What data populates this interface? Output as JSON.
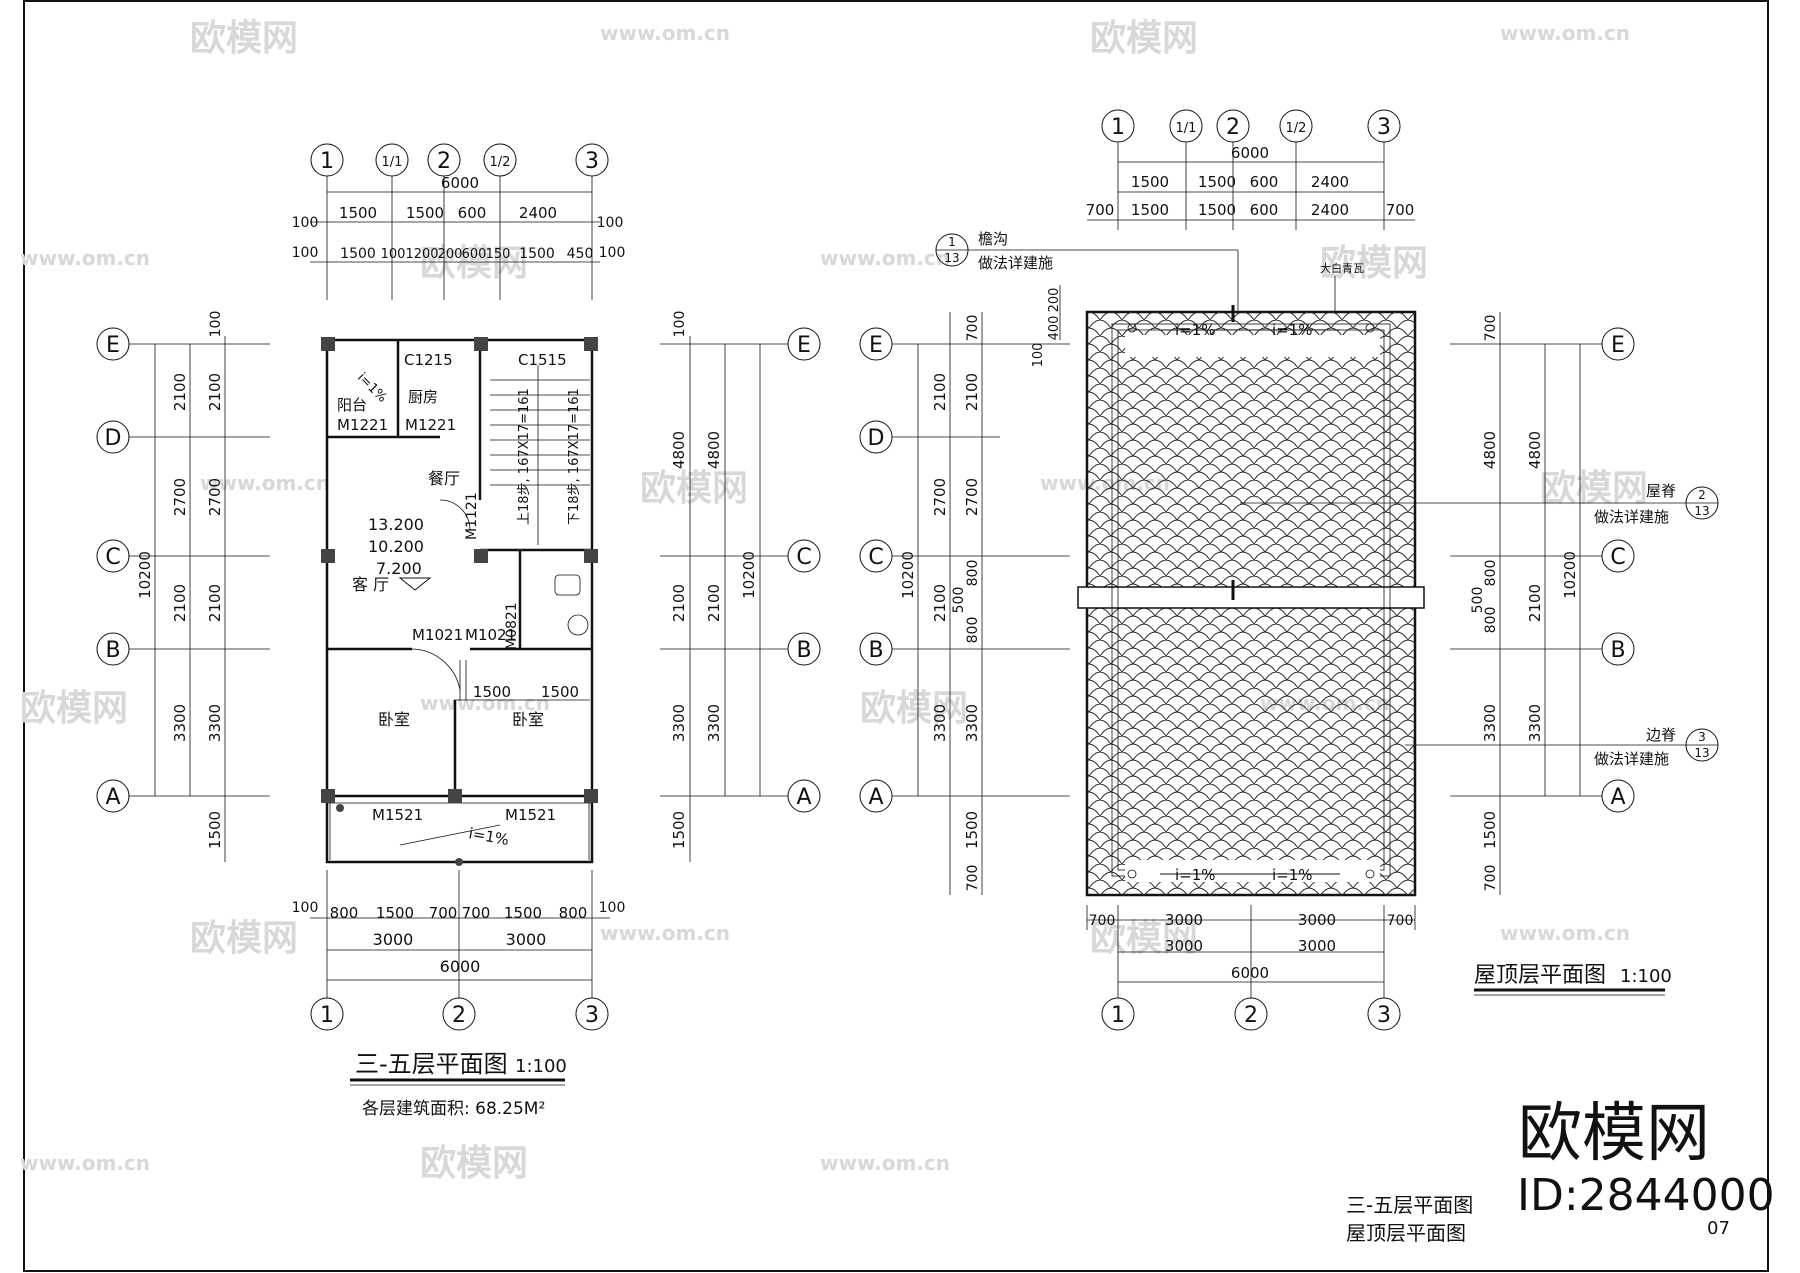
{
  "sheet": {
    "border_color": "#111111",
    "watermark_site": "www.om.cn",
    "watermark_brand": "欧模网",
    "brand_big": "欧模网",
    "brand_id": "ID:2844000",
    "sheet_no": "07",
    "title_block_line1": "三-五层平面图",
    "title_block_line2": "屋顶层平面图"
  },
  "plan_left": {
    "title": "三-五层平面图",
    "scale": "1:100",
    "area_note": "各层建筑面积: 68.25M²",
    "axes_top": [
      "1",
      "1/1",
      "2",
      "1/2",
      "3"
    ],
    "axes_bottom": [
      "1",
      "2",
      "3"
    ],
    "axes_side": [
      "E",
      "D",
      "C",
      "B",
      "A"
    ],
    "dim_total_top": "6000",
    "dim_top_row1": [
      "100",
      "1500",
      "1500",
      "600",
      "2400",
      "100"
    ],
    "dim_top_row2": [
      "100",
      "1500",
      "100",
      "1200",
      "200",
      "600",
      "150",
      "1500",
      "450",
      "100"
    ],
    "dim_bottom_row1": [
      "100",
      "800",
      "1500",
      "700",
      "700",
      "1500",
      "800",
      "100"
    ],
    "dim_bottom_row2": [
      "3000",
      "3000"
    ],
    "dim_bottom_total": "6000",
    "dim_left_outer": "10200",
    "dim_left_inner": [
      "2100",
      "2700",
      "2100",
      "3300"
    ],
    "dim_left_inner2": [
      "100",
      "2100",
      "2700",
      "2100",
      "3300",
      "1500"
    ],
    "dim_right_inner": [
      "100",
      "4800",
      "2100",
      "3300",
      "1500"
    ],
    "dim_right_outer": [
      "4800",
      "10200"
    ],
    "rooms": {
      "balcony": "阳台",
      "kitchen": "厨房",
      "dining": "餐厅",
      "living": "客 厅",
      "bedroom_left": "卧室",
      "bedroom_right": "卧室"
    },
    "levels": [
      "13.200",
      "10.200",
      "7.200"
    ],
    "labels": {
      "w1": "C1215",
      "w2": "C1515",
      "d1": "M1221",
      "d2": "M1221",
      "d3": "M1121",
      "d4": "M1021",
      "d5": "M1021",
      "d6": "M0821",
      "d7": "M1521",
      "d8": "M1521",
      "stair_up": "上18步, 167X17=161",
      "stair_dn": "下18步, 167X17=161",
      "slope1": "i=1%",
      "slope2": "i=1%",
      "inner1": "1500",
      "inner2": "1500"
    }
  },
  "plan_right": {
    "title": "屋顶层平面图",
    "scale": "1:100",
    "axes_top": [
      "1",
      "1/1",
      "2",
      "1/2",
      "3"
    ],
    "axes_bottom": [
      "1",
      "2",
      "3"
    ],
    "axes_side": [
      "E",
      "D",
      "C",
      "B",
      "A"
    ],
    "dim_total_top": "6000",
    "dim_top_row1": [
      "1500",
      "1500",
      "600",
      "2400"
    ],
    "dim_top_row2": [
      "700",
      "1500",
      "1500",
      "600",
      "2400",
      "700"
    ],
    "dim_bottom_row1": [
      "700",
      "3000",
      "3000",
      "700"
    ],
    "dim_bottom_row2": [
      "3000",
      "3000"
    ],
    "dim_bottom_total": "6000",
    "dim_left_top": [
      "200",
      "400",
      "100"
    ],
    "dim_left_outer": "10200",
    "dim_left_inner": [
      "700",
      "2100",
      "2700",
      "800",
      "500",
      "800",
      "3300",
      "1500",
      "700"
    ],
    "dim_left_mid": [
      "2100",
      "2700",
      "2100",
      "3300"
    ],
    "dim_right_outer": [
      "4800",
      "10200"
    ],
    "dim_right_inner": [
      "700",
      "4800",
      "500",
      "800",
      "2100",
      "3300",
      "1500",
      "700"
    ],
    "callouts": [
      {
        "num": "1",
        "sheet": "13",
        "name": "檐沟",
        "note": "做法详建施"
      },
      {
        "num": "2",
        "sheet": "13",
        "name": "屋脊",
        "note": "做法详建施"
      },
      {
        "num": "3",
        "sheet": "13",
        "name": "边脊",
        "note": "做法详建施"
      }
    ],
    "tile_note": "大白青瓦",
    "slopes": [
      "i=1%",
      "i=1%",
      "i=1%",
      "i=1%"
    ]
  }
}
